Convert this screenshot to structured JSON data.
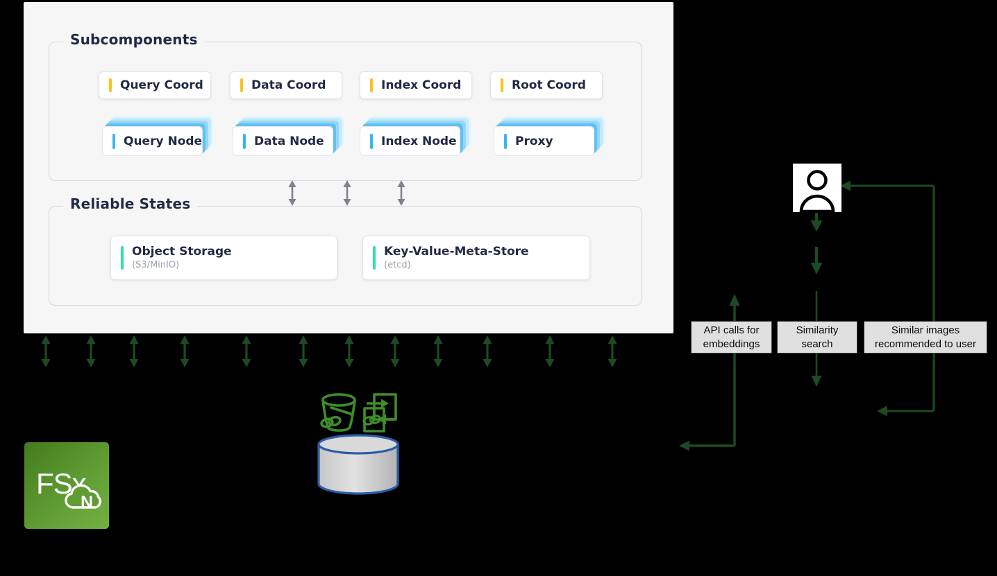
{
  "diagram": {
    "subcomponents": {
      "title": "Subcomponents",
      "coord_cards": [
        "Query Coord",
        "Data Coord",
        "Index Coord",
        "Root Coord"
      ],
      "node_cards": [
        "Query Node",
        "Data Node",
        "Index Node",
        "Proxy"
      ]
    },
    "reliable_states": {
      "title": "Reliable States",
      "cards": [
        {
          "label": "Object Storage",
          "sublabel": "(S3/MinIO)"
        },
        {
          "label": "Key-Value-Meta-Store",
          "sublabel": "(etcd)"
        }
      ]
    },
    "flow_labels": [
      {
        "line1": "API calls for",
        "line2": "embeddings"
      },
      {
        "line1": "Similarity",
        "line2": "search"
      },
      {
        "line1": "Similar images",
        "line2": "recommended to user"
      }
    ],
    "fsx_badge": {
      "label": "FSx",
      "cloud_letter": "N"
    },
    "icons": [
      "user-icon",
      "s3-bucket-link-icon",
      "bucket-replication-icon",
      "storage-volume-cylinder-icon",
      "bidirectional-arrow-icon"
    ],
    "colors": {
      "background": "#000000",
      "panel": "#f6f6f7",
      "heading_text": "#1f2a44",
      "coord_accent_yellow": "#fdc21d",
      "node_accent_blue": "#38b6f1",
      "node_stack_blue": "#9ad8f8",
      "state_accent_teal": "#2ee3a9",
      "gray_arrow": "#82828c",
      "green_arrow": "#1c4b23",
      "fsx_green": "#5f9c33",
      "icon_green": "#3e8e2a",
      "cylinder_blue": "#2b5ca8"
    }
  }
}
